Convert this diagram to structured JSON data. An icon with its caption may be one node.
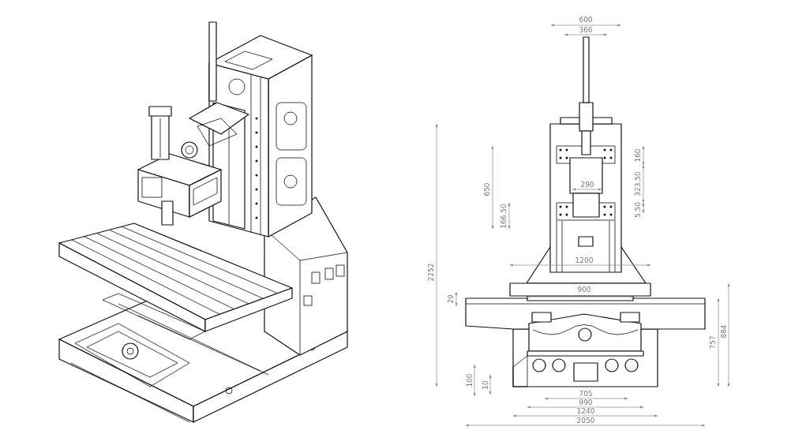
{
  "diagram": {
    "labels": [
      "600",
      "366",
      "160",
      "290",
      "323.50",
      "650",
      "5.50",
      "166.50",
      "2252",
      "1200",
      "900",
      "29",
      "884",
      "757",
      "100",
      "10",
      "705",
      "990",
      "1240",
      "2050"
    ]
  }
}
